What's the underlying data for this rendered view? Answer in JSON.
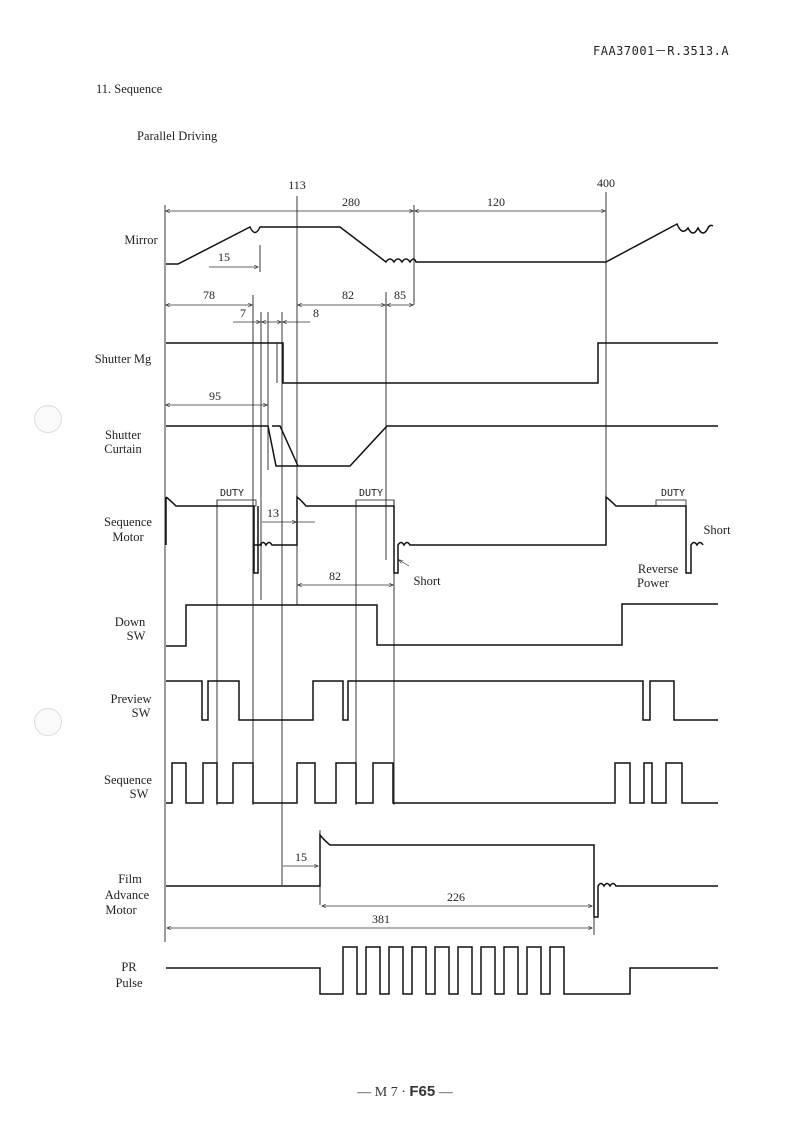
{
  "header": {
    "doc_code": "FAA37001－R.3513.A"
  },
  "section": {
    "title": "11. Sequence",
    "subtitle": "Parallel Driving"
  },
  "signals": {
    "mirror": "Mirror",
    "shutter_mg": "Shutter Mg",
    "shutter_curtain": [
      "Shutter",
      "Curtain"
    ],
    "sequence_motor": [
      "Sequence",
      "Motor"
    ],
    "down_sw": [
      "Down",
      "SW"
    ],
    "preview_sw": [
      "Preview",
      "SW"
    ],
    "sequence_sw": [
      "Sequence",
      "SW"
    ],
    "film_advance_motor": [
      "Film",
      "Advance",
      "Motor"
    ],
    "pr_pulse": [
      "PR",
      "Pulse"
    ]
  },
  "timing": {
    "t113": "113",
    "t400": "400",
    "t280": "280",
    "t120": "120",
    "t15_mirror": "15",
    "t78": "78",
    "t82_a": "82",
    "t85": "85",
    "t7": "7",
    "t8": "8",
    "t95": "95",
    "t13": "13",
    "t82_b": "82",
    "t15_film": "15",
    "t226": "226",
    "t381": "381"
  },
  "annotations": {
    "duty": "DUTY",
    "short": "Short",
    "reverse_power": [
      "Reverse",
      "Power"
    ]
  },
  "footer": {
    "prefix": "— M 7 · ",
    "model": "F65",
    "suffix": " —"
  }
}
